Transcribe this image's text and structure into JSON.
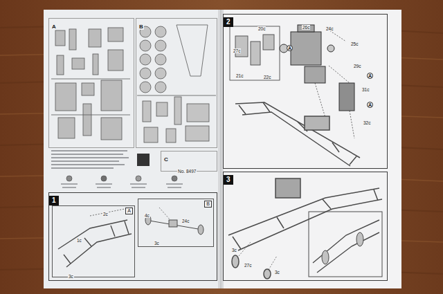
{
  "diagram": {
    "nodes": [
      {
        "text": [
          "A"
        ]
      },
      {
        "text": [
          "B"
        ]
      },
      {
        "text": [
          "C"
        ]
      },
      {
        "text": [
          "1"
        ]
      },
      {
        "text": [
          "A"
        ],
        "in": 3
      },
      {
        "text": [
          "B"
        ],
        "in": 3
      },
      {
        "text": [
          "2"
        ]
      },
      {
        "text": [
          "3"
        ]
      }
    ],
    "labels": [
      "2c",
      "1c",
      "3c",
      "4c",
      "24c",
      "3c",
      "20c",
      "21c",
      "22c",
      "24c",
      "25c",
      "26c",
      "27c",
      "29c",
      "31c",
      "32c",
      "A",
      "A",
      "A",
      "3c",
      "27c",
      "3c",
      "No. 8497"
    ]
  }
}
